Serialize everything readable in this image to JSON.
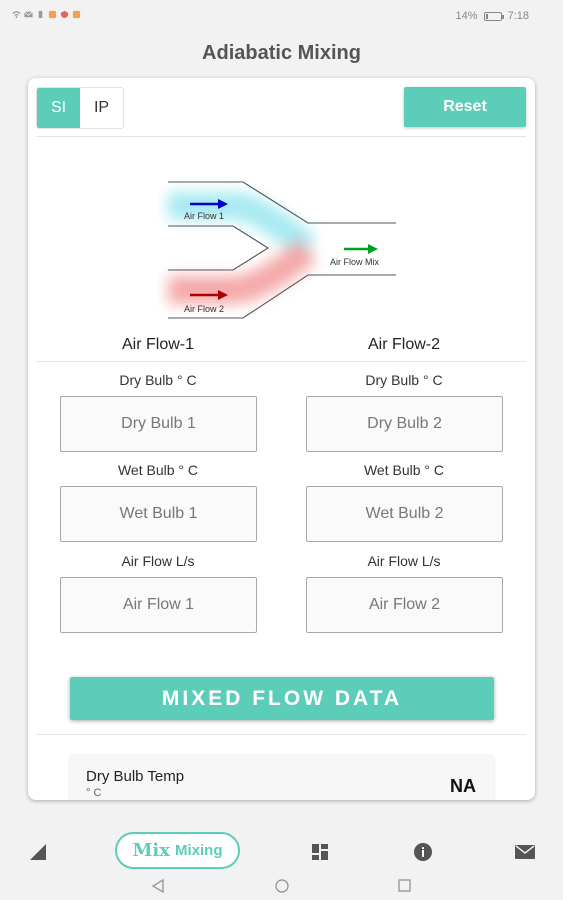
{
  "status_bar": {
    "battery_percent": "14%",
    "battery_level": 0.14,
    "time": "7:18",
    "notification_icons": [
      "wifi-icon",
      "mail-icon",
      "sim-icon",
      "app-icon",
      "vpn-icon",
      "app-icon"
    ]
  },
  "app": {
    "title": "Adiabatic Mixing"
  },
  "toolbar": {
    "si_label": "SI",
    "ip_label": "IP",
    "reset_label": "Reset"
  },
  "diagram": {
    "flow1_label": "Air Flow 1",
    "flow2_label": "Air Flow 2",
    "mix_label": "Air Flow Mix",
    "colors": {
      "flow1": "#0000cc",
      "flow2": "#aa0000",
      "mix": "#00a020"
    }
  },
  "columns": {
    "flow1": {
      "header": "Air Flow-1",
      "dry_bulb_label": "Dry Bulb ° C",
      "dry_bulb_placeholder": "Dry Bulb 1",
      "wet_bulb_label": "Wet Bulb ° C",
      "wet_bulb_placeholder": "Wet Bulb 1",
      "air_flow_label": "Air Flow  L/s",
      "air_flow_placeholder": "Air Flow 1"
    },
    "flow2": {
      "header": "Air Flow-2",
      "dry_bulb_label": "Dry Bulb ° C",
      "dry_bulb_placeholder": "Dry Bulb 2",
      "wet_bulb_label": "Wet Bulb ° C",
      "wet_bulb_placeholder": "Wet Bulb 2",
      "air_flow_label": "Air Flow  L/s",
      "air_flow_placeholder": "Air Flow 2"
    }
  },
  "mixed": {
    "button_label": "MIXED FLOW DATA",
    "results": [
      {
        "label": "Dry Bulb Temp",
        "unit": "° C",
        "value": "NA"
      }
    ]
  },
  "bottom_nav": {
    "items": [
      {
        "icon": "triangle-icon"
      },
      {
        "logo": "Mix",
        "label": "Mixing"
      },
      {
        "icon": "grid-icon"
      },
      {
        "icon": "info-icon"
      },
      {
        "icon": "mail-icon"
      }
    ]
  },
  "accent_color": "#5ccdb8"
}
